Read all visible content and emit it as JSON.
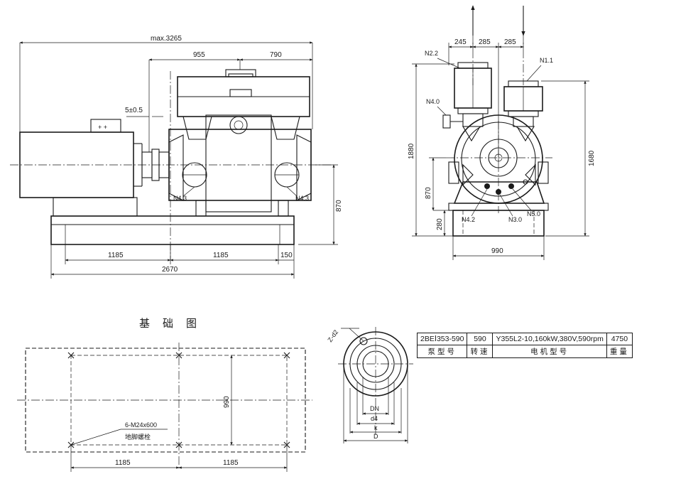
{
  "side_view": {
    "dims": {
      "max_length": "max.3265",
      "d955": "955",
      "d790": "790",
      "clearance": "5±0.5",
      "d1185a": "1185",
      "d1185b": "1185",
      "d150": "150",
      "d2670": "2670",
      "d870": "870"
    },
    "labels": {
      "n43_left": "N4.3",
      "n43_right": "N4.3",
      "plug": "+ +"
    }
  },
  "end_view": {
    "dims": {
      "d245": "245",
      "d285a": "285",
      "d285b": "285",
      "d1880": "1880",
      "d1680": "1680",
      "d870": "870",
      "d280": "280",
      "d990": "990"
    },
    "labels": {
      "n22": "N2.2",
      "n11": "N1.1",
      "n40": "N4.0",
      "n42": "N4.2",
      "n30": "N3.0",
      "n50": "N5.0"
    }
  },
  "foundation": {
    "title": "基础图",
    "d990": "990",
    "d1185a": "1185",
    "d1185b": "1185",
    "bolt_spec": "6-M24x600",
    "bolt_name": "地脚螺栓"
  },
  "flange": {
    "z_label": "Z-d2",
    "dn": "DN",
    "d4": "d4",
    "k": "k",
    "d": "D"
  },
  "spec_table": {
    "pump_model": "2BEⅠ353-590",
    "speed": "590",
    "motor_model": "Y355L2-10,160kW,380V,590rpm",
    "weight": "4750",
    "h_pump": "泵型号",
    "h_speed": "转速",
    "h_motor": "电机型号",
    "h_weight": "重量"
  }
}
